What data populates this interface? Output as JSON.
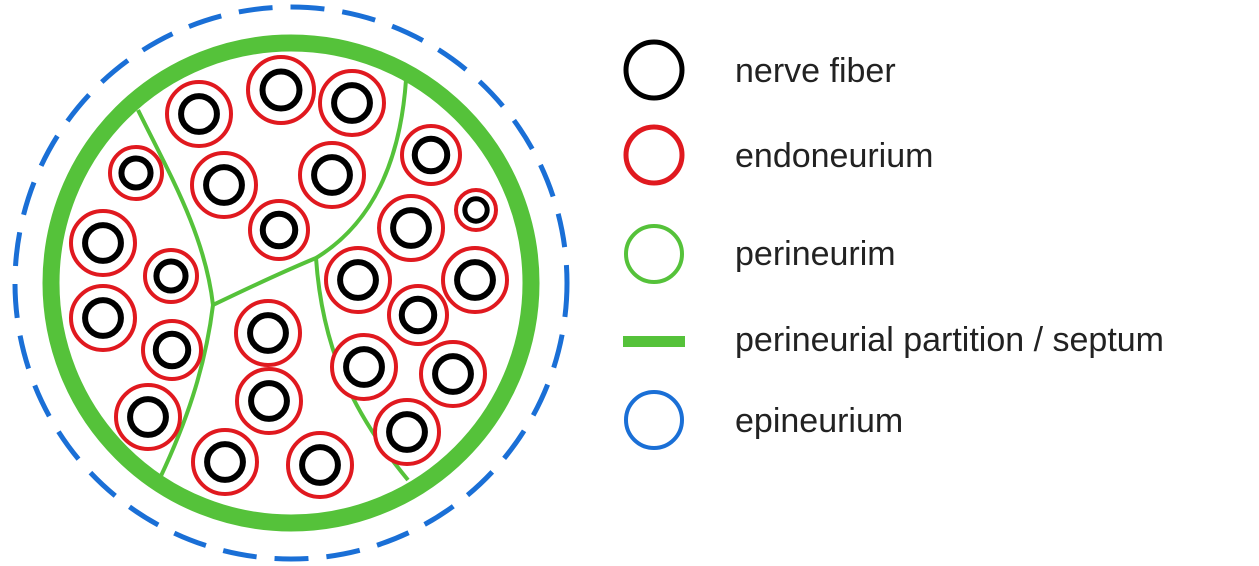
{
  "colors": {
    "nerve_fiber": "#000000",
    "endoneurium": "#e0191f",
    "perineurium": "#55c23a",
    "perineurial_partition": "#55c23a",
    "epineurium": "#1a6fd6"
  },
  "legend": {
    "items": [
      {
        "key": "nerve_fiber",
        "label": "nerve fiber",
        "icon": "black-circle-icon"
      },
      {
        "key": "endoneurium",
        "label": "endoneurium",
        "icon": "red-circle-icon"
      },
      {
        "key": "perineurium",
        "label": "perineurim",
        "icon": "green-circle-icon"
      },
      {
        "key": "perineurial_partition",
        "label": "perineurial partition / septum",
        "icon": "green-bar-icon"
      },
      {
        "key": "epineurium",
        "label": "epineurium",
        "icon": "blue-circle-icon"
      }
    ]
  }
}
